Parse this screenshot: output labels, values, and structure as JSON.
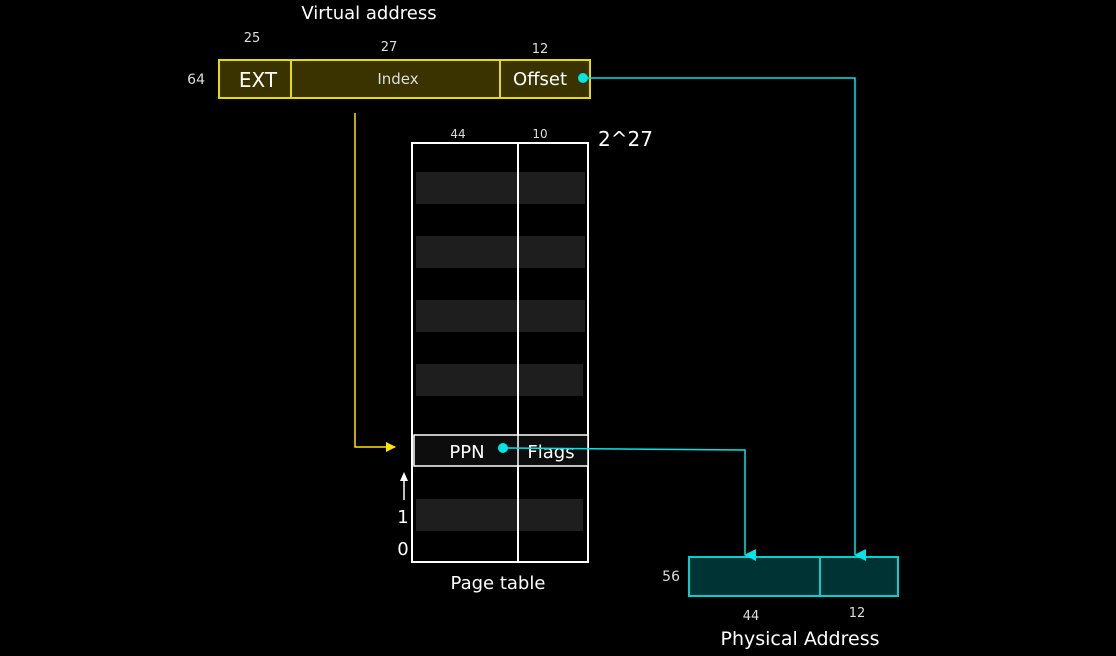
{
  "virtual_address": {
    "title": "Virtual address",
    "total_bits": "64",
    "fields": [
      {
        "label": "EXT",
        "bits": "25"
      },
      {
        "label": "Index",
        "bits": "27"
      },
      {
        "label": "Offset",
        "bits": "12"
      }
    ]
  },
  "page_table": {
    "title": "Page table",
    "size_label": "2^27",
    "col_bits": [
      "44",
      "10"
    ],
    "entry": {
      "ppn": "PPN",
      "flags": "Flags"
    },
    "row_labels": [
      "1",
      "0"
    ]
  },
  "physical_address": {
    "title": "Physical Address",
    "total_bits": "56",
    "col_bits": [
      "44",
      "12"
    ]
  },
  "colors": {
    "background": "#000000",
    "virtual_fill": "#3a3300",
    "virtual_stroke": "#e6dc00",
    "virtual_arrow": "#ffe600",
    "table_stroke": "#ffffff",
    "table_row": "#1e1e1e",
    "physical_fill": "#003333",
    "physical_stroke": "#00d0d0",
    "link": "#00e5e5"
  }
}
